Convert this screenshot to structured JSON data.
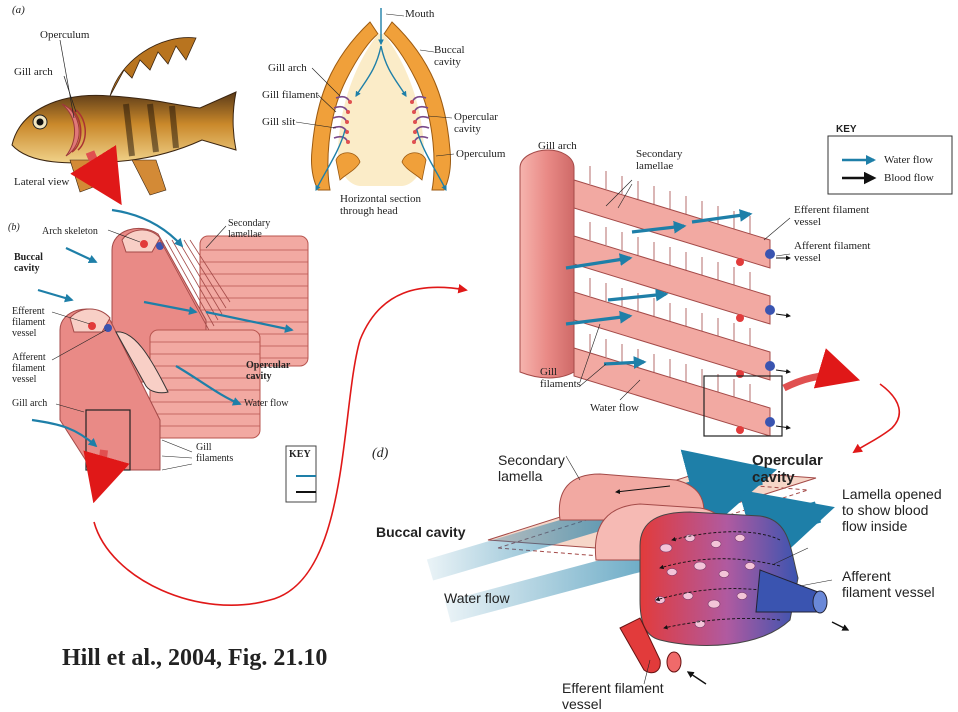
{
  "panel_a": {
    "letter": "(a)",
    "fish_labels": {
      "operculum": "Operculum",
      "gill_arch": "Gill arch",
      "view": "Lateral view"
    },
    "section_labels": {
      "mouth": "Mouth",
      "buccal": "Buccal\ncavity",
      "gill_arch": "Gill arch",
      "gill_filament": "Gill filament",
      "gill_slit": "Gill slit",
      "opercular_cavity": "Opercular\ncavity",
      "operculum": "Operculum",
      "caption": "Horizontal section\nthrough head"
    }
  },
  "panel_b": {
    "letter": "(b)",
    "labels": {
      "arch_skeleton": "Arch skeleton",
      "secondary_lamellae": "Secondary\nlamellae",
      "buccal_cavity": "Buccal\ncavity",
      "efferent": "Efferent\nfilament\nvessel",
      "afferent": "Afferent\nfilament\nvessel",
      "opercular_cavity": "Opercular\ncavity",
      "water_flow": "Water flow",
      "gill_arch": "Gill arch",
      "gill_filaments": "Gill\nfilaments",
      "key": "KEY"
    }
  },
  "panel_c": {
    "labels": {
      "gill_arch": "Gill arch",
      "secondary_lamellae": "Secondary\nlamellae",
      "efferent": "Efferent filament\nvessel",
      "afferent": "Afferent filament\nvessel",
      "gill_filaments": "Gill\nfilaments",
      "water_flow": "Water flow"
    },
    "key": {
      "title": "KEY",
      "water": "Water flow",
      "blood": "Blood flow"
    }
  },
  "panel_d": {
    "letter": "(d)",
    "labels": {
      "secondary_lamella": "Secondary\nlamella",
      "opercular_cavity": "Opercular\ncavity",
      "lamella_opened": "Lamella opened\nto show blood\nflow inside",
      "buccal_cavity": "Buccal cavity",
      "water_flow": "Water flow",
      "afferent": "Afferent\nfilament vessel",
      "efferent": "Efferent filament\nvessel"
    }
  },
  "citation": "Hill et al., 2004, Fig. 21.10",
  "colors": {
    "water": "#1e7fa8",
    "tissue": "#e8878a",
    "tissue_dark": "#c45b5f",
    "connector": "#e01818",
    "blood_blue": "#3a54b0"
  }
}
